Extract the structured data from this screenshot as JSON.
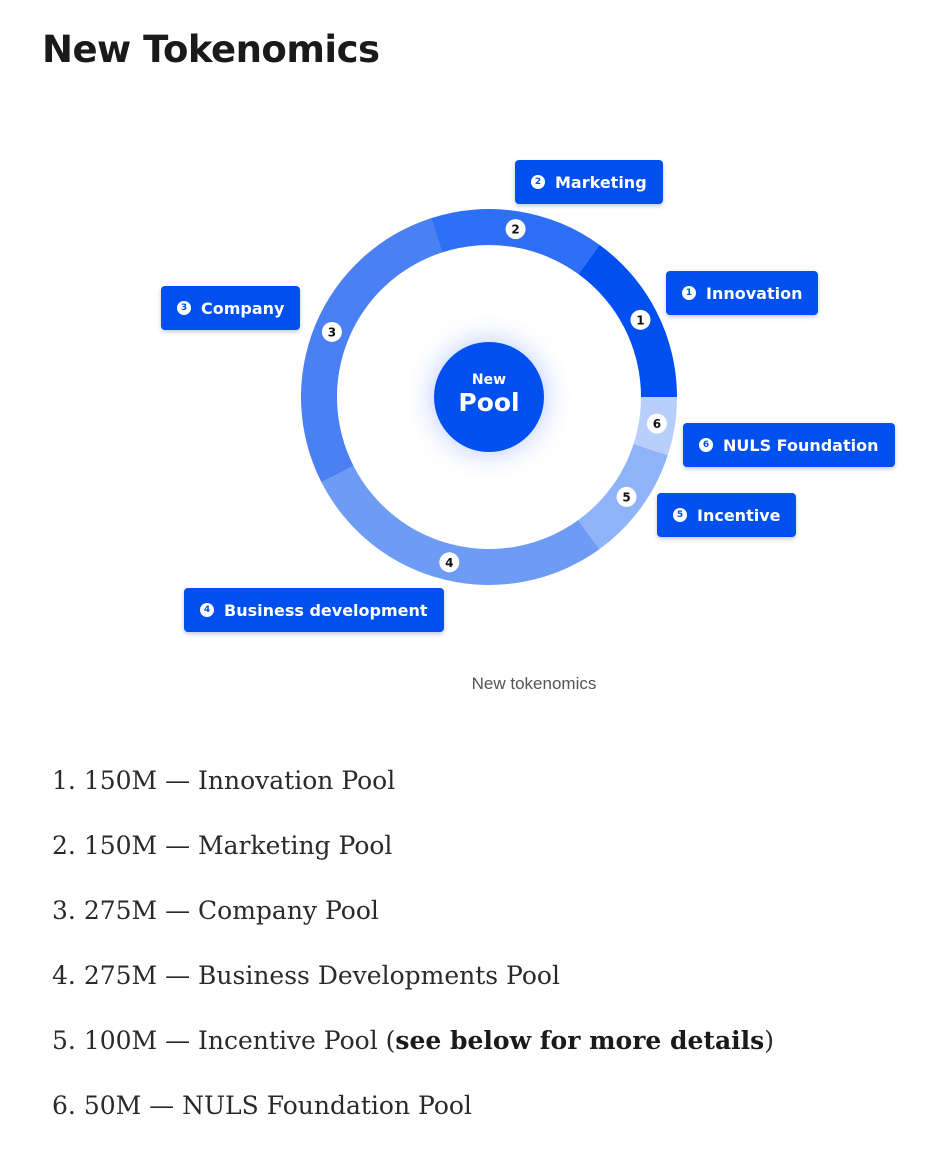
{
  "page": {
    "title": "New Tokenomics",
    "caption": "New tokenomics"
  },
  "chart_data": {
    "type": "pie",
    "title": "",
    "center_label": {
      "line1": "New",
      "line2": "Pool"
    },
    "unit": "M",
    "slices": [
      {
        "index": "1",
        "label": "Innovation",
        "value": 150,
        "color": "#0050f0"
      },
      {
        "index": "2",
        "label": "Marketing",
        "value": 150,
        "color": "#2e6ff5"
      },
      {
        "index": "3",
        "label": "Company",
        "value": 275,
        "color": "#4a80f2"
      },
      {
        "index": "4",
        "label": "Business development",
        "value": 275,
        "color": "#6e9cf5"
      },
      {
        "index": "5",
        "label": "Incentive",
        "value": 100,
        "color": "#8fb3f8"
      },
      {
        "index": "6",
        "label": "NULS Foundation",
        "value": 50,
        "color": "#b8cefb"
      }
    ]
  },
  "list": {
    "items": [
      {
        "number": "1.",
        "text": "150M — Innovation Pool"
      },
      {
        "number": "2.",
        "text": "150M — Marketing Pool"
      },
      {
        "number": "3.",
        "text": "275M — Company Pool"
      },
      {
        "number": "4.",
        "text": "275M — Business Developments Pool"
      },
      {
        "number": "5.",
        "text": "100M — Incentive Pool (",
        "bold": "see below for more details",
        "suffix": ")"
      },
      {
        "number": "6.",
        "text": "50M — NULS Foundation Pool"
      }
    ]
  },
  "colors": {
    "accent": "#0050f0",
    "text": "#1a1a1a",
    "caption": "#555555"
  }
}
